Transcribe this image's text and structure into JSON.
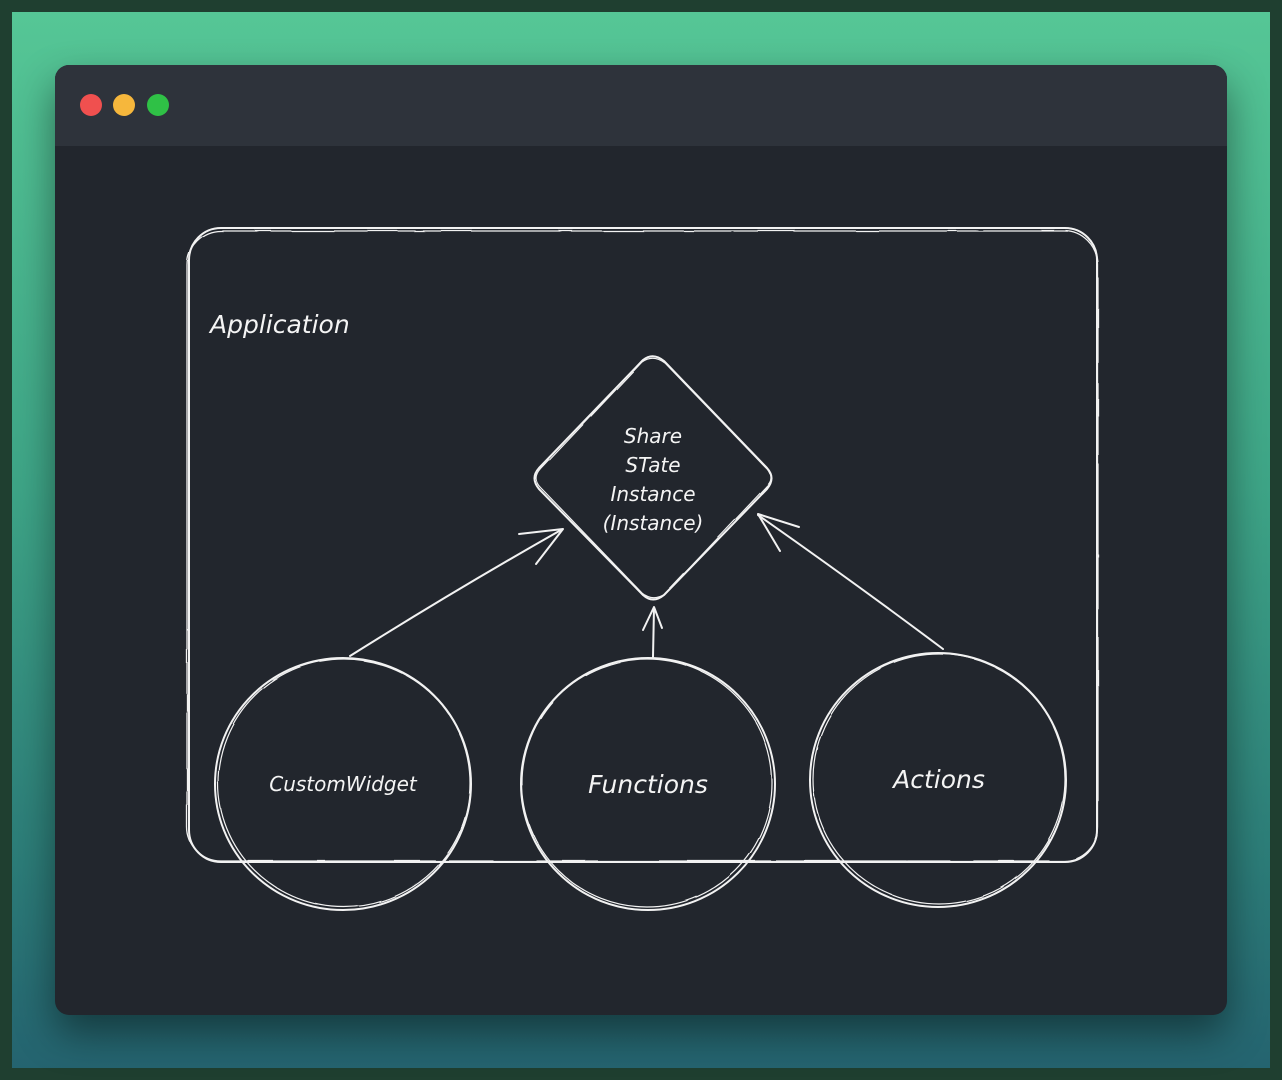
{
  "window": {
    "controls": [
      {
        "name": "close",
        "color": "#f0504f"
      },
      {
        "name": "minimize",
        "color": "#f6b73c"
      },
      {
        "name": "maximize",
        "color": "#2fc146"
      }
    ]
  },
  "diagram": {
    "container_label": "Application",
    "shared_state": {
      "lines": [
        "Share",
        "STate",
        "Instance",
        "(Instance)"
      ]
    },
    "nodes": [
      {
        "id": "customwidget",
        "label": "CustomWidget"
      },
      {
        "id": "functions",
        "label": "Functions"
      },
      {
        "id": "actions",
        "label": "Actions"
      }
    ]
  }
}
